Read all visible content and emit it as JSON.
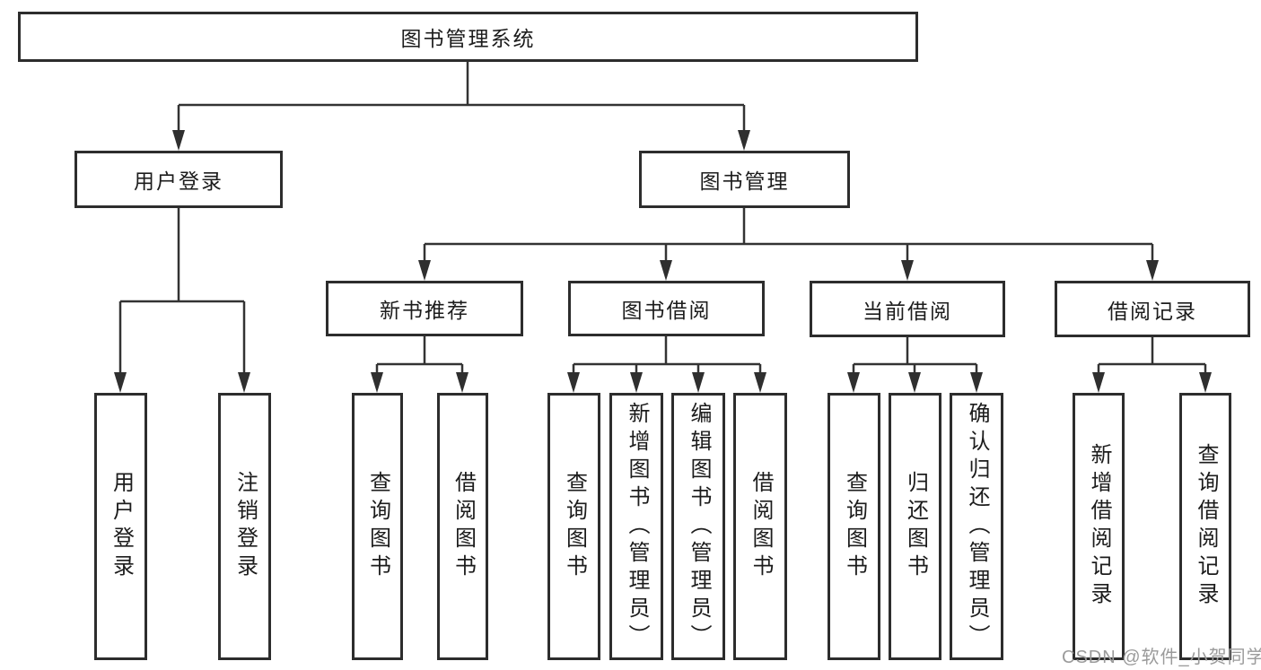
{
  "root": {
    "label": "图书管理系统"
  },
  "branches": {
    "user_login": {
      "label": "用户登录",
      "leaves": [
        {
          "label": "用户登录"
        },
        {
          "label": "注销登录"
        }
      ]
    },
    "book_mgmt": {
      "label": "图书管理",
      "groups": [
        {
          "label": "新书推荐",
          "leaves": [
            {
              "label": "查询图书"
            },
            {
              "label": "借阅图书"
            }
          ]
        },
        {
          "label": "图书借阅",
          "leaves": [
            {
              "label": "查询图书"
            },
            {
              "label": "新增图书（管理员）"
            },
            {
              "label": "编辑图书（管理员）"
            },
            {
              "label": "借阅图书"
            }
          ]
        },
        {
          "label": "当前借阅",
          "leaves": [
            {
              "label": "查询图书"
            },
            {
              "label": "归还图书"
            },
            {
              "label": "确认归还（管理员）"
            }
          ]
        },
        {
          "label": "借阅记录",
          "leaves": [
            {
              "label": "新增借阅记录"
            },
            {
              "label": "查询借阅记录"
            }
          ]
        }
      ]
    }
  },
  "watermark": {
    "text": "CSDN @软件_小贺同学"
  },
  "colors": {
    "line": "#333333",
    "box_border": "#2d2d2d",
    "text": "#1c1c1c",
    "watermark": "#9b9b9b",
    "background": "#ffffff"
  }
}
